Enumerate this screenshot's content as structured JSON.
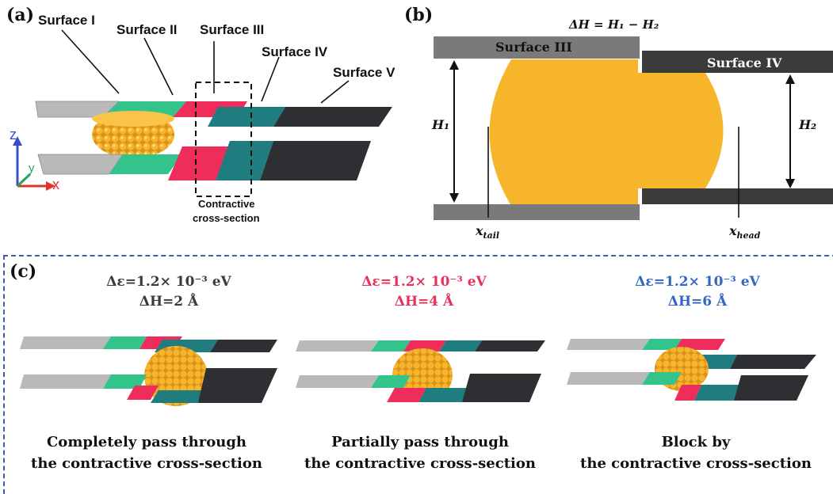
{
  "panel_a": {
    "label": "(a)",
    "surfaces": [
      "Surface I",
      "Surface II",
      "Surface III",
      "Surface IV",
      "Surface V"
    ],
    "cross_section_label": [
      "Contractive",
      "cross-section"
    ],
    "axes": {
      "z": "z",
      "y": "y",
      "x": "x"
    }
  },
  "panel_b": {
    "label": "(b)",
    "equation": "ΔH = H₁ − H₂",
    "surface_left": "Surface III",
    "surface_right": "Surface IV",
    "h1": "H₁",
    "h2": "H₂",
    "x_tail": "x",
    "x_tail_sub": "tail",
    "x_head": "x",
    "x_head_sub": "head"
  },
  "panel_c": {
    "label": "(c)",
    "cases": [
      {
        "eps": "Δε=1.2× 10⁻³ eV",
        "dh": "ΔH=2 Å",
        "color": "#3a3a3a",
        "caption": [
          "Completely pass through",
          "the contractive cross-section"
        ]
      },
      {
        "eps": "Δε=1.2× 10⁻³ eV",
        "dh": "ΔH=4 Å",
        "color": "#e8315a",
        "caption": [
          "Partially pass through",
          "the contractive cross-section"
        ]
      },
      {
        "eps": "Δε=1.2× 10⁻³ eV",
        "dh": "ΔH=6 Å",
        "color": "#3366c2",
        "caption": [
          "Block by",
          "the contractive cross-section"
        ]
      }
    ]
  },
  "colors": {
    "surface_gray": "#b9b9b9",
    "surface_green": "#33c48c",
    "surface_red": "#ef2d5a",
    "surface_teal": "#1f7d80",
    "surface_dark": "#2d2f33",
    "droplet": "#f7b52c",
    "dash_border": "#3b5eb0"
  }
}
